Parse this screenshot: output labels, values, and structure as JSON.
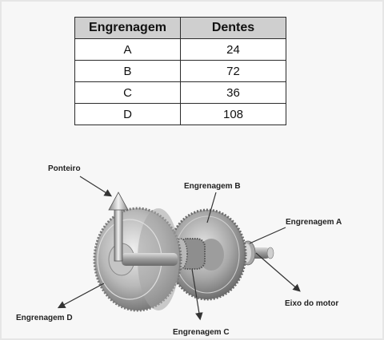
{
  "table": {
    "headers": [
      "Engrenagem",
      "Dentes"
    ],
    "rows": [
      {
        "gear": "A",
        "teeth": "24"
      },
      {
        "gear": "B",
        "teeth": "72"
      },
      {
        "gear": "C",
        "teeth": "36"
      },
      {
        "gear": "D",
        "teeth": "108"
      }
    ]
  },
  "figure": {
    "labels": {
      "ponteiro": "Ponteiro",
      "engrenagem_b": "Engrenagem B",
      "engrenagem_a": "Engrenagem A",
      "eixo_motor": "Eixo do motor",
      "engrenagem_d": "Engrenagem D",
      "engrenagem_c": "Engrenagem C"
    }
  }
}
